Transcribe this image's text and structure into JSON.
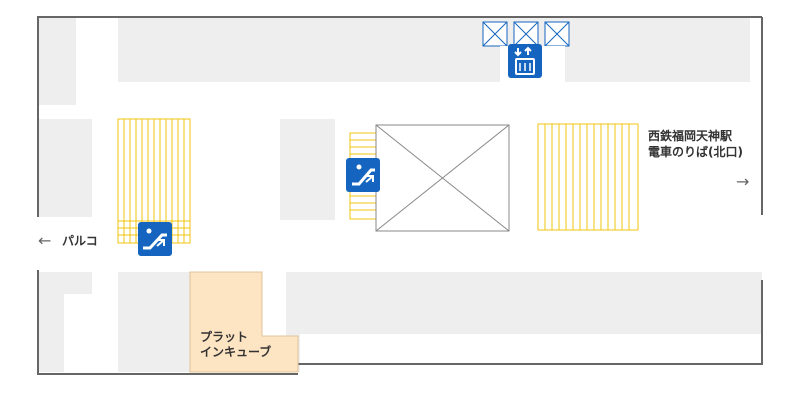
{
  "colors": {
    "wall": "#666666",
    "block": "#eeeeee",
    "block_stroke": "#cccccc",
    "stairs": "#f1c40f",
    "icon_bg": "#1565c0",
    "shop_fill": "#fde4c3",
    "shop_stroke": "#e0c49a",
    "void_stroke": "#888888",
    "text": "#333333",
    "arrow": "#666666"
  },
  "labels": {
    "station": [
      "西鉄福岡天神駅",
      "電車のりば(北口)"
    ],
    "parco": "パルコ",
    "shop": [
      "プラット",
      "インキューブ"
    ]
  },
  "arrows": {
    "station": "→",
    "parco": "←"
  },
  "icons": {
    "elevator": "elevator-icon",
    "escalator_center": "escalator-icon",
    "escalator_left": "escalator-icon"
  }
}
